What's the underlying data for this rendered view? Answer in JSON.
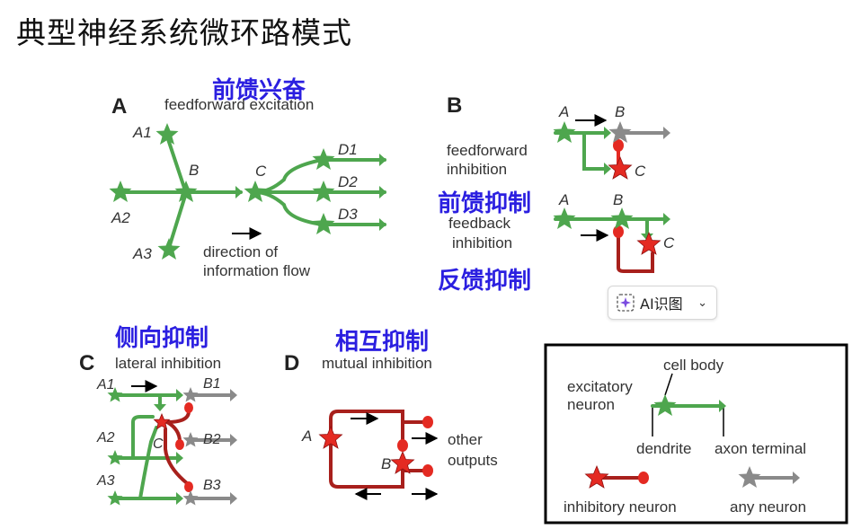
{
  "title": "典型神经系统微环路模式",
  "labels_cn": {
    "feedforward_excitation": "前馈兴奋",
    "feedforward_inhibition": "前馈抑制",
    "feedback_inhibition": "反馈抑制",
    "lateral_inhibition": "侧向抑制",
    "mutual_inhibition": "相互抑制"
  },
  "panel_a": {
    "letter": "A",
    "caption": "feedforward excitation",
    "neurons": {
      "a1": "A1",
      "a2": "A2",
      "a3": "A3",
      "b": "B",
      "c": "C",
      "d1": "D1",
      "d2": "D2",
      "d3": "D3"
    },
    "flow_line1": "direction of",
    "flow_line2": "information flow"
  },
  "panel_b": {
    "letter": "B",
    "ff_line1": "feedforward",
    "ff_line2": "inhibition",
    "fb_line1": "feedback",
    "fb_line2": "inhibition",
    "n_a": "A",
    "n_b": "B",
    "n_c": "C"
  },
  "panel_c": {
    "letter": "C",
    "caption": "lateral inhibition",
    "neurons": {
      "a1": "A1",
      "a2": "A2",
      "a3": "A3",
      "b1": "B1",
      "b2": "B2",
      "b3": "B3",
      "c": "C"
    }
  },
  "panel_d": {
    "letter": "D",
    "caption": "mutual inhibition",
    "n_a": "A",
    "n_b": "B",
    "out_line1": "other",
    "out_line2": "outputs"
  },
  "legend": {
    "cell_body": "cell body",
    "excitatory_line1": "excitatory",
    "excitatory_line2": "neuron",
    "dendrite": "dendrite",
    "axon_terminal": "axon terminal",
    "inhibitory_neuron": "inhibitory neuron",
    "any_neuron": "any neuron"
  },
  "ai_chip": {
    "label": "AI识图"
  },
  "colors": {
    "excitatory": "#4ea64e",
    "inhibitory": "#e42a22",
    "any": "#8a8a8a",
    "accent_text": "#2b1fe0"
  }
}
